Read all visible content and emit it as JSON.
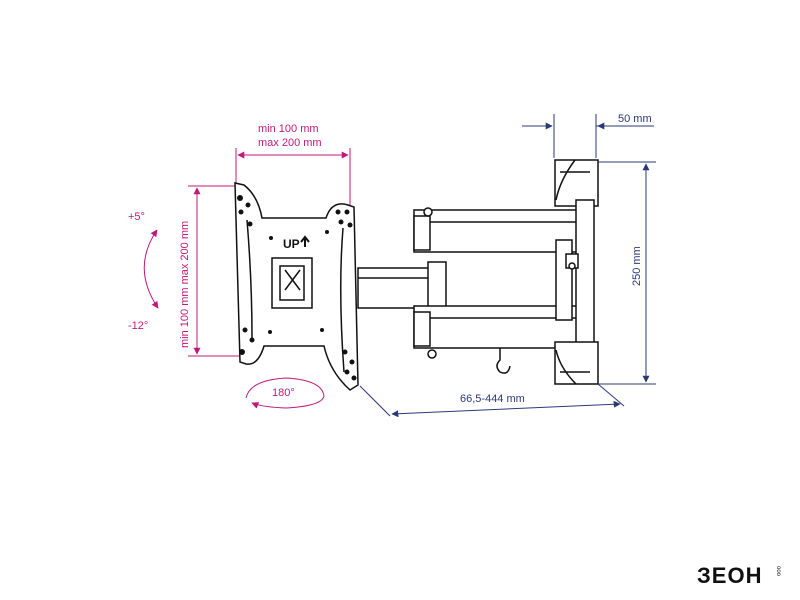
{
  "dimensions": {
    "vesa_width_min": "min 100 mm",
    "vesa_width_max": "max 200 mm",
    "vesa_height": "min 100 mm max 200 mm",
    "tilt_up": "+5°",
    "tilt_down": "-12°",
    "rotation": "180°",
    "extension": "66,5-444 mm",
    "wall_plate_width": "50 mm",
    "wall_plate_height": "250 mm"
  },
  "panel_label": "UP",
  "brand": {
    "name": "ЗЕОН",
    "sub": "ооо"
  },
  "colors": {
    "dimension_pink": "#c2187a",
    "dimension_navy": "#2a3a78",
    "line": "#111111"
  }
}
